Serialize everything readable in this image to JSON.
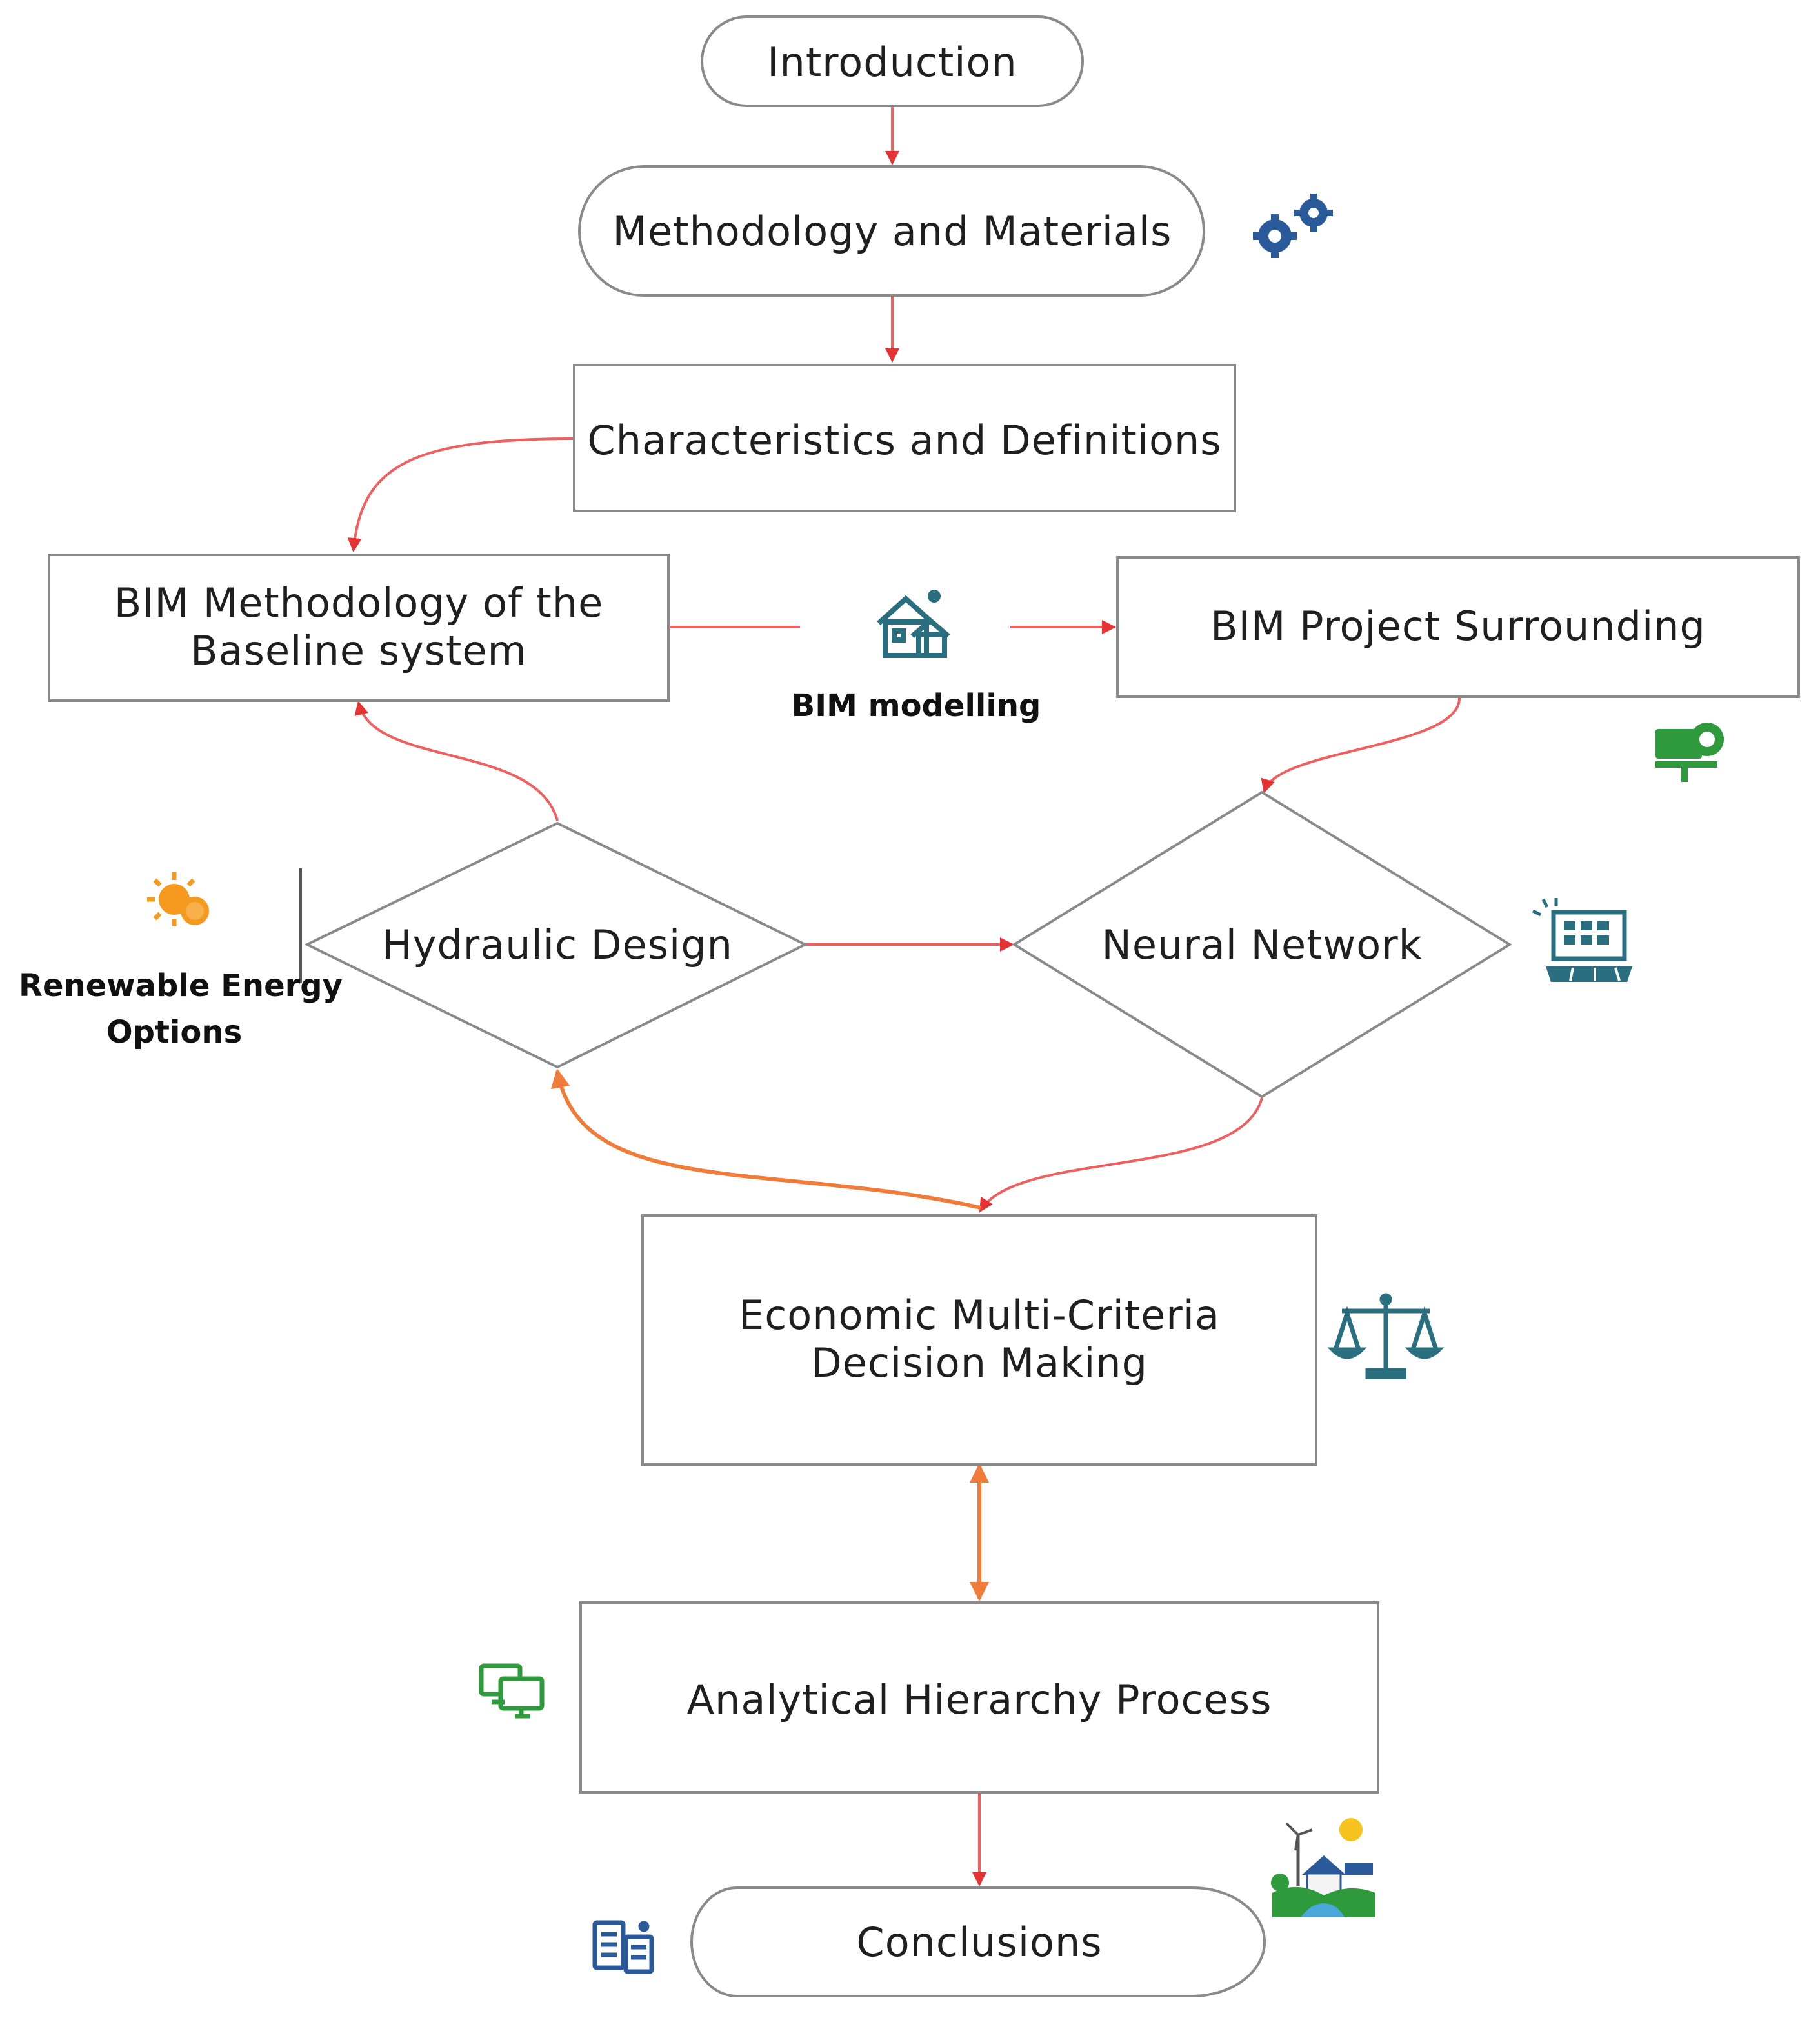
{
  "colors": {
    "edge_red": "#ef5f5f",
    "edge_orange": "#f07c3a",
    "node_border": "#8a8a8a",
    "icon_blue": "#2a5a9a",
    "icon_green": "#2e9a3c",
    "icon_orange": "#f59a1e",
    "icon_teal": "#2a6f80"
  },
  "nodes": {
    "introduction": "Introduction",
    "methodology": "Methodology and Materials",
    "characteristics": "Characteristics and Definitions",
    "bim_methodology_line1": "BIM Methodology of the",
    "bim_methodology_line2": "Baseline system",
    "bim_project": "BIM Project Surrounding",
    "hydraulic": "Hydraulic Design",
    "neural": "Neural Network",
    "economic_line1": "Economic Multi-Criteria",
    "economic_line2": "Decision Making",
    "ahp": "Analytical Hierarchy Process",
    "conclusions": "Conclusions"
  },
  "annotations": {
    "bim_modelling": "BIM modelling",
    "renewable_line1": "Renewable Energy",
    "renewable_line2": "Options"
  },
  "icons": {
    "methodology": "gears-icon",
    "bim_modelling": "houses-icon",
    "bim_project": "presentation-icon",
    "renewable": "sun-icon",
    "neural": "solar-panel-icon",
    "economic": "balance-scale-icon",
    "ahp": "computers-icon",
    "conclusions_left": "documents-icon",
    "conclusions_right": "green-energy-house-icon"
  }
}
